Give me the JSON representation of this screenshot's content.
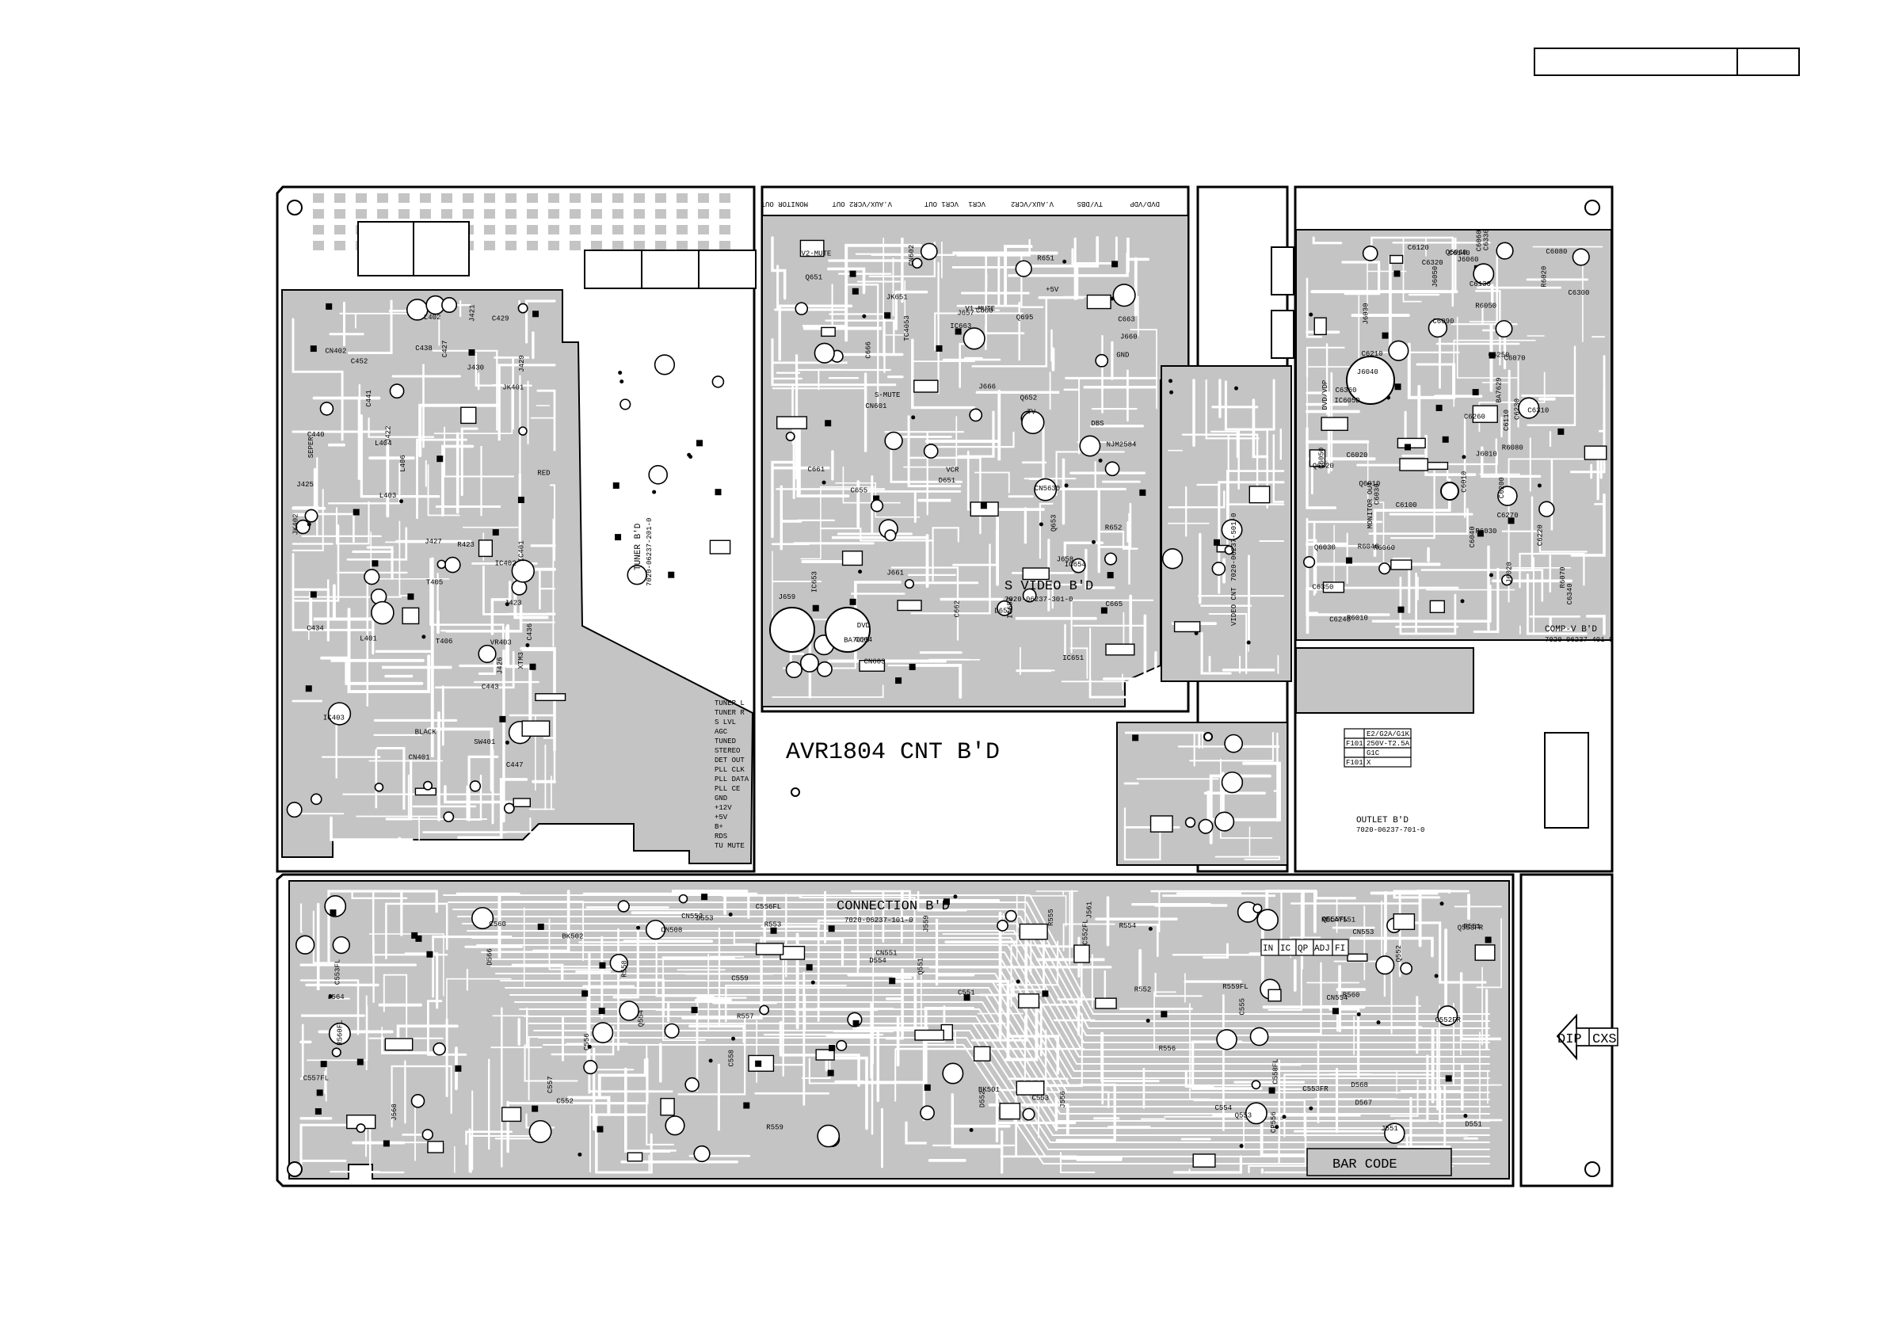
{
  "colors": {
    "board_fill": "#c4c4c4",
    "outline": "#000000",
    "trace": "#ffffff",
    "background": "#ffffff"
  },
  "title_block": {
    "cell_a": "",
    "cell_b": ""
  },
  "boards": {
    "cnt": {
      "title": "AVR1804 CNT B'D"
    },
    "tuner": {
      "title": "TUNER B'D",
      "part": "7020-06237-201-0"
    },
    "s_video": {
      "title": "S VIDEO B'D",
      "part": "7020-06237-301-0"
    },
    "video_cnt": {
      "title": "VIDEO CNT",
      "part": "7020-06237-501-0"
    },
    "comp_v": {
      "title": "COMP-V B'D",
      "part": "7020-06237-401-0"
    },
    "outlet": {
      "title": "OUTLET B'D",
      "part": "7020-06237-701-0"
    },
    "connection": {
      "title": "CONNECTION B'D",
      "part": "7020-06237-101-0"
    }
  },
  "jack_labels": [
    "MONITOR OUT",
    "V.AUX/VCR2 OUT",
    "VCR1 OUT",
    "V.AUX/VCR2",
    "VCR1",
    "TV/DBS",
    "DVD/VDP"
  ],
  "fuse_table": {
    "rows": [
      [
        "",
        "E2/G2A/G1K"
      ],
      [
        "F101",
        "250V-T2.5A"
      ],
      [
        "",
        "G1C"
      ],
      [
        "F101",
        "X"
      ]
    ]
  },
  "check_table": [
    "IN",
    "IC",
    "QP",
    "ADJ",
    "FI"
  ],
  "bar_code": "BAR CODE",
  "dip_label": "DIP",
  "cxs_label": "CXS",
  "components": {
    "tuner": [
      "SW401",
      "JK401",
      "JK402",
      "L401",
      "L402",
      "L403",
      "XTM3",
      "IC401",
      "IC402",
      "IC403",
      "C427",
      "C429",
      "C434",
      "C436",
      "C438",
      "C440",
      "C441",
      "C443",
      "C447",
      "C452",
      "J426",
      "J427",
      "J429",
      "J430",
      "T405",
      "T406",
      "VR403",
      "CN401",
      "CN402",
      "SEPER",
      "BLACK",
      "RED",
      "J421",
      "J422",
      "J423",
      "J425",
      "R423",
      "L404",
      "L406"
    ],
    "cnt": [
      "JK651",
      "CN601",
      "CN602",
      "CN603",
      "IC651",
      "IC652",
      "IC653",
      "IC654",
      "J657",
      "J658",
      "J659",
      "J660",
      "J661",
      "J666",
      "Q651",
      "Q652",
      "Q653",
      "D651",
      "D652",
      "C655",
      "C660",
      "C661",
      "C662",
      "C663",
      "C664",
      "C665",
      "C666",
      "R651",
      "R652",
      "S-MUTE",
      "V1-MUTE",
      "V2-MUTE",
      "DVD",
      "TV",
      "DBS",
      "VCR",
      "+5V",
      "GND",
      "CN5630",
      "IC663",
      "BA7625",
      "TC4053",
      "NJM2584",
      "Q695"
    ],
    "comp_v": [
      "MONITOR OUT",
      "DVD/VDP",
      "IC605D",
      "BA7629",
      "R6010",
      "R6020",
      "R6030",
      "R6040",
      "R6050",
      "R6060",
      "R6070",
      "R6080",
      "C6010",
      "C6020",
      "C6030",
      "C6040",
      "C6050",
      "C6060",
      "C6070",
      "C6080",
      "C6090",
      "C6100",
      "C6110",
      "C6120",
      "C6130",
      "C6140",
      "C6200",
      "C6210",
      "C6220",
      "C6230",
      "C6240",
      "C6250",
      "C6260",
      "C6270",
      "C6300",
      "C6310",
      "C6320",
      "C6330",
      "C6340",
      "C6350",
      "C6360",
      "Q6010",
      "Q6020",
      "Q6030",
      "Q6040",
      "J6010",
      "J6020",
      "J6030",
      "J6040",
      "J6050",
      "J6060"
    ],
    "connection": [
      "BK501",
      "BK502",
      "CN551",
      "CN552",
      "CN553",
      "CN554",
      "CN508",
      "CP556",
      "RELAY551",
      "J551",
      "J556",
      "J559",
      "J561",
      "J564",
      "J568",
      "R551",
      "R552",
      "R553",
      "R554",
      "R555",
      "R556",
      "R557",
      "R558",
      "R559",
      "R560",
      "C551",
      "C552",
      "C553",
      "C554",
      "C555",
      "C556",
      "C557",
      "C558",
      "C559",
      "C560",
      "D551",
      "D552",
      "D553",
      "D554",
      "Q551",
      "Q552",
      "Q553",
      "Q554",
      "D566",
      "D567",
      "D568",
      "Q555FL",
      "C556FL",
      "C557FL",
      "C558FL",
      "R559FL",
      "R560FL",
      "C552FR",
      "C553FR",
      "Q553FR",
      "C552FL",
      "C553FL"
    ],
    "cnt_edge": [
      "TUNER L",
      "TUNER R",
      "S LVL",
      "AGC",
      "TUNED",
      "STEREO",
      "DET OUT",
      "PLL CLK",
      "PLL DATA",
      "PLL CE",
      "GND",
      "+12V",
      "+5V",
      "B+",
      "RDS",
      "TU MUTE"
    ]
  }
}
